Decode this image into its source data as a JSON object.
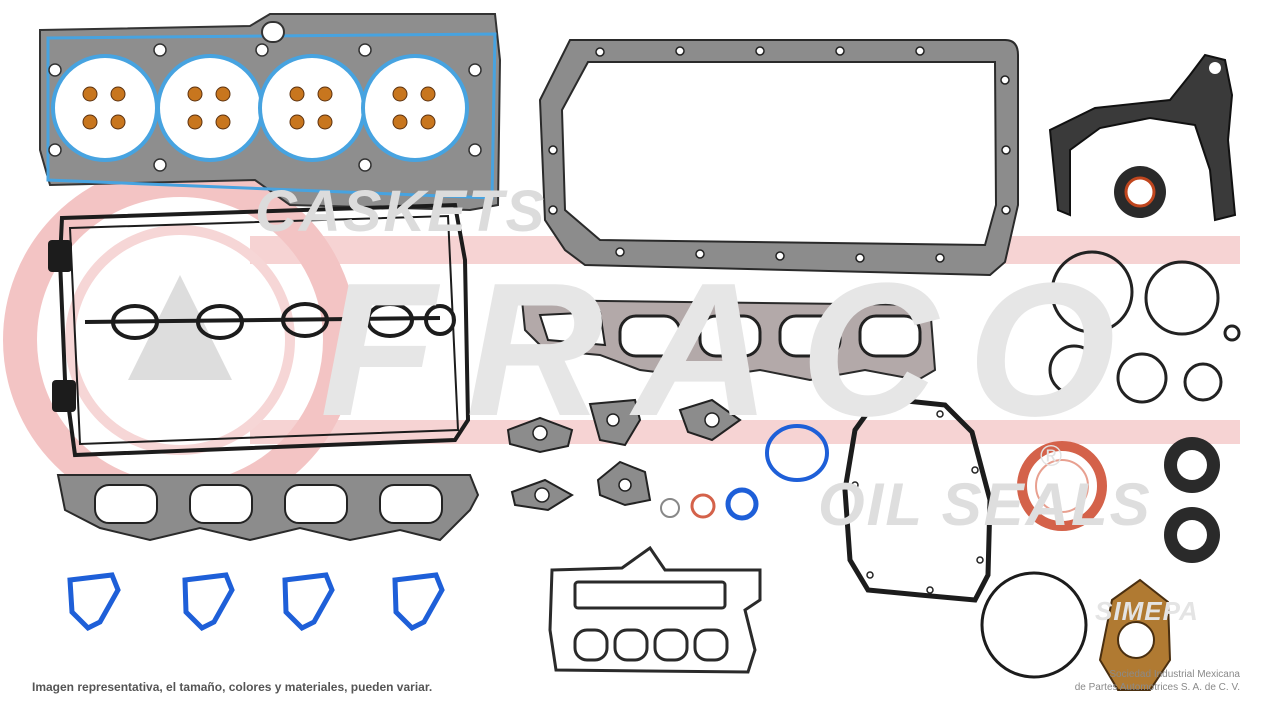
{
  "watermark": {
    "top_word": "CASKETS",
    "brand": "FRACO",
    "bottom_word": "OIL SEALS",
    "registered": "®",
    "partner_logo": "SIMEPA"
  },
  "caption": "Imagen representativa, el tamaño, colores y materiales, pueden variar.",
  "company": {
    "line1": "Sociedad Industrial Mexicana",
    "line2": "de Partes Automotrices S. A. de C. V."
  },
  "colors": {
    "gasket_gray": "#8c8c8c",
    "gasket_outline": "#2a2a2a",
    "head_seal_blue": "#4aa3df",
    "blue_seal": "#1e5fd8",
    "copper_seal": "#d4624a",
    "valve_seal": "#c8761e",
    "watermark_red": "#f4c2c2",
    "exhaust_metal": "#b3a9a9"
  },
  "parts": [
    "head-gasket",
    "valve-cover-gasket",
    "oil-pan-gasket",
    "timing-cover-gasket",
    "crankshaft-seal",
    "exhaust-manifold-gasket",
    "intake-manifold-gasket",
    "intake-runner-seals",
    "small-flange-gaskets",
    "o-rings",
    "rear-main-seal",
    "throttle-body-gasket",
    "water-pump-gasket",
    "exhaust-flange-gasket"
  ]
}
